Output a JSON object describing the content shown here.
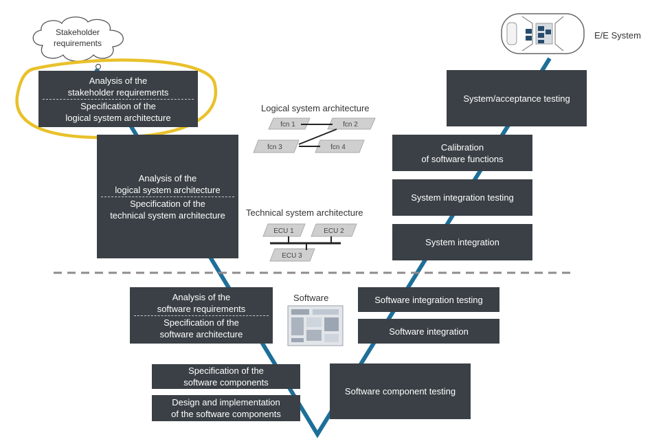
{
  "colors": {
    "box": "#3a4045",
    "v_line": "#1e6f98",
    "highlight": "#e9c12b",
    "dashed": "#8f8a8e"
  },
  "cloud": {
    "line1": "Stakeholder",
    "line2": "requirements"
  },
  "ee_system": {
    "label": "E/E System",
    "icon": "car-icon"
  },
  "left": {
    "box1": {
      "top": [
        "Analysis of the",
        "stakeholder requirements"
      ],
      "bottom": [
        "Specification of the",
        "logical system architecture"
      ]
    },
    "box2": {
      "top": [
        "Analysis of the",
        "logical system architecture"
      ],
      "bottom": [
        "Specification of the",
        "technical system architecture"
      ]
    },
    "box3": {
      "top": [
        "Analysis of the",
        "software requirements"
      ],
      "bottom": [
        "Specification of the",
        "software architecture"
      ]
    },
    "box4": [
      "Specification of the",
      "software components"
    ],
    "box5": [
      "Design and implementation",
      "of the software components"
    ]
  },
  "right": {
    "system_testing": "System/acceptance testing",
    "calibration": [
      "Calibration",
      "of software functions"
    ],
    "system_integration_testing": "System integration testing",
    "system_integration": "System integration",
    "software_integration_testing": "Software integration testing",
    "software_integration": "Software integration",
    "component_testing": "Software component testing"
  },
  "logical_arch": {
    "title": "Logical system architecture",
    "fcns": [
      "fcn 1",
      "fcn 2",
      "fcn 3",
      "fcn 4"
    ]
  },
  "technical_arch": {
    "title": "Technical system architecture",
    "ecus": [
      "ECU 1",
      "ECU 2",
      "ECU 3"
    ]
  },
  "software": {
    "title": "Software"
  }
}
